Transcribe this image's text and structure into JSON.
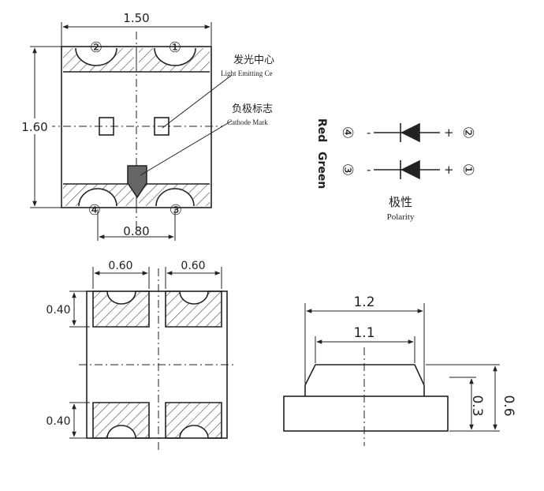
{
  "top_view": {
    "width_dim": "1.50",
    "height_dim": "1.60",
    "pad_span_dim": "0.80",
    "pins_top": [
      "②",
      "①"
    ],
    "pins_bottom": [
      "④",
      "③"
    ],
    "light_label_cn": "发光中心",
    "light_label_en": "Light Emitting Ce",
    "cathode_label_cn": "负极标志",
    "cathode_label_en": "Cathode Mark"
  },
  "schematic": {
    "color_red": "Red",
    "color_green": "Green",
    "row1_left_pin": "④",
    "row1_right_pin": "②",
    "row2_left_pin": "③",
    "row2_right_pin": "①",
    "minus_sign": "-",
    "plus_sign": "+",
    "polarity_cn": "极性",
    "polarity_en": "Polarity"
  },
  "pad_layout": {
    "pad_width_left": "0.60",
    "pad_width_right": "0.60",
    "pad_height_top": "0.40",
    "pad_height_bottom": "0.40"
  },
  "side_view": {
    "outer_width": "1.2",
    "inner_width": "1.1",
    "base_height": "0.3",
    "total_height": "0.6"
  },
  "colors": {
    "line": "#222222",
    "hatch": "#555555",
    "cathode_fill": "#666666"
  }
}
